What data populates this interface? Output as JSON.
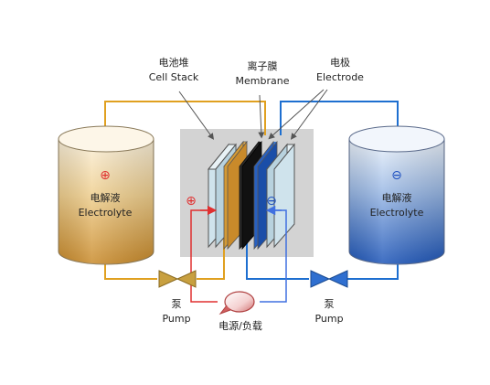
{
  "labels": {
    "cell_stack_cn": "电池堆",
    "cell_stack_en": "Cell Stack",
    "membrane_cn": "离子膜",
    "membrane_en": "Membrane",
    "electrode_cn": "电极",
    "electrode_en": "Electrode",
    "left_tank_cn": "电解液",
    "left_tank_en": "Electrolyte",
    "right_tank_cn": "电解液",
    "right_tank_en": "Electrolyte",
    "left_pump_cn": "泵",
    "left_pump_en": "Pump",
    "right_pump_cn": "泵",
    "right_pump_en": "Pump",
    "power_load": "电源/负载",
    "plus_sign": "⊕",
    "minus_sign": "⊖"
  },
  "colors": {
    "positive_loop": "#e0a020",
    "negative_loop": "#1e6fd0",
    "positive_electrolyte": "#d8a040",
    "negative_electrolyte": "#2d6ec8",
    "stack_background": "#d3d3d3",
    "circuit_positive": "#e03030",
    "circuit_negative": "#4070e0"
  }
}
